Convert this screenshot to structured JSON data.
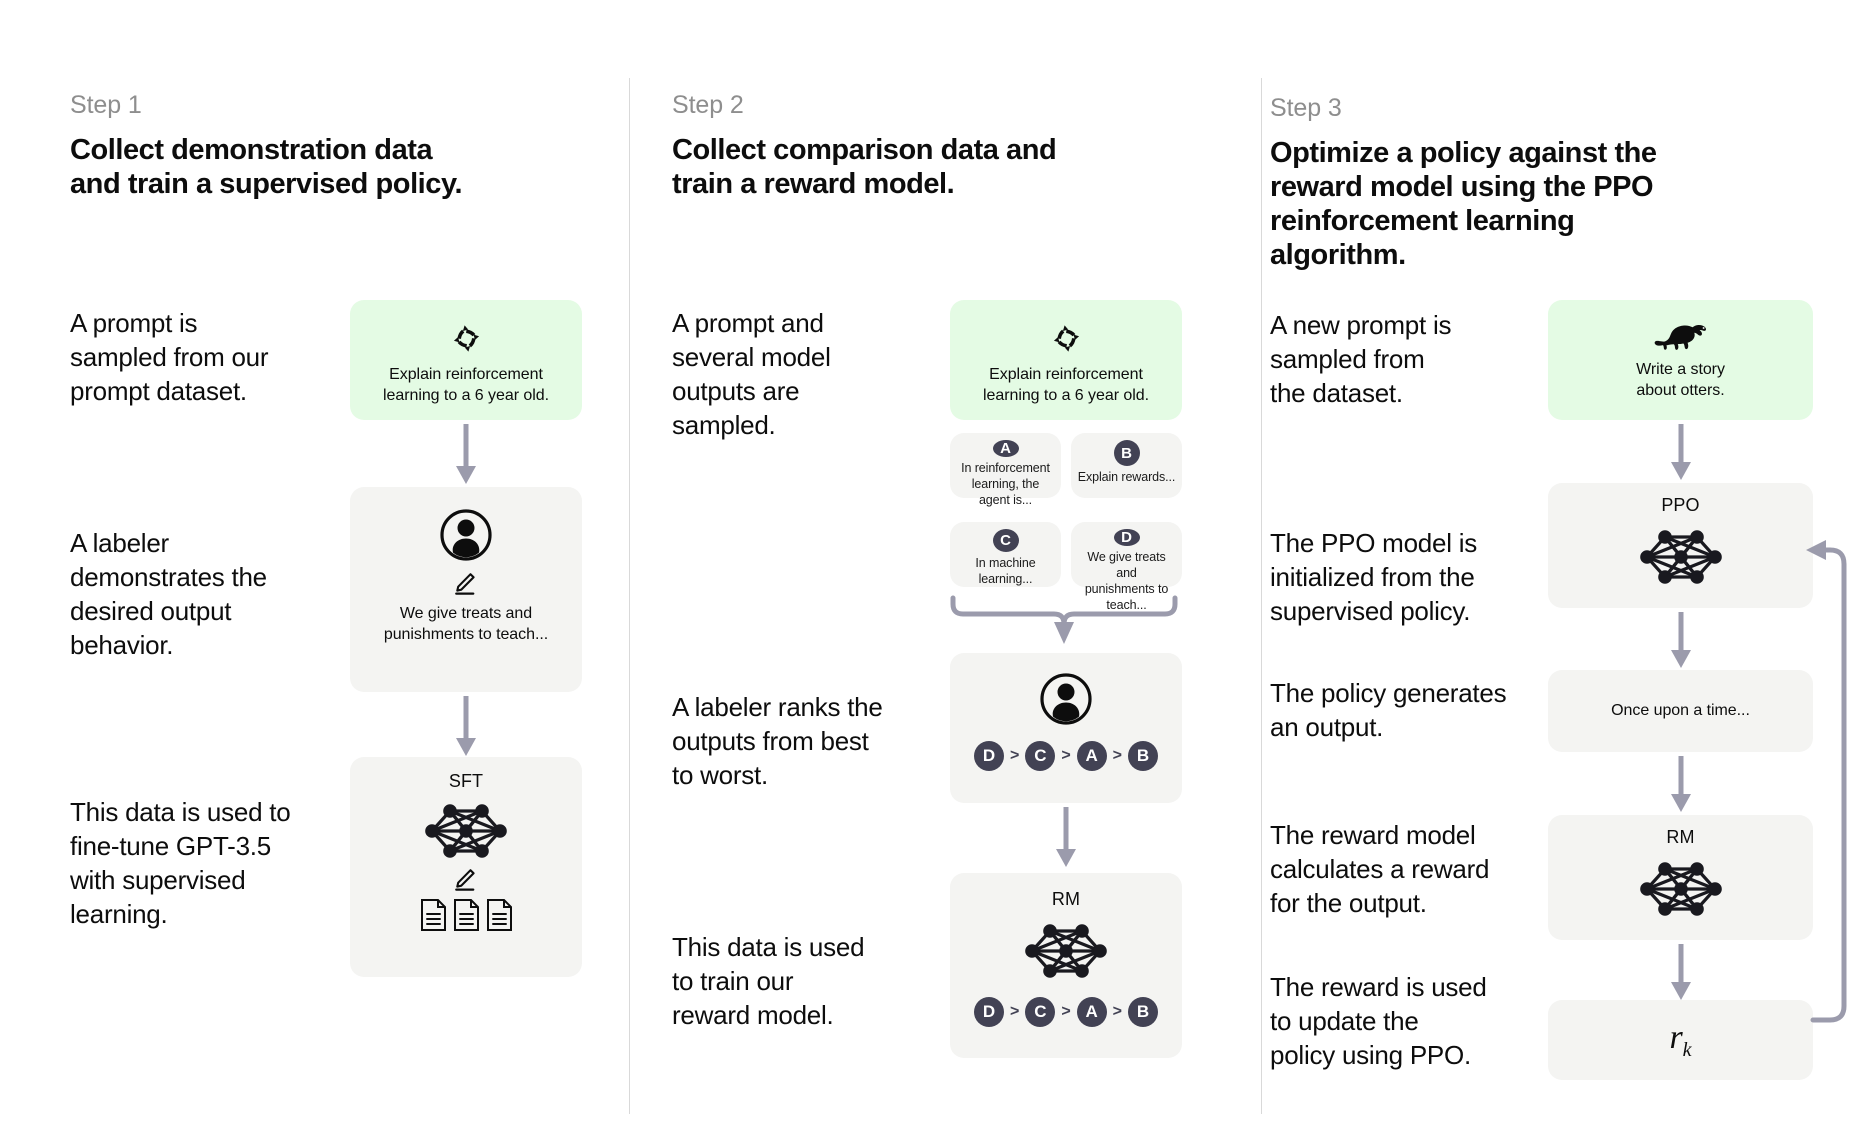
{
  "palette": {
    "background": "#ffffff",
    "card_gray": "#f4f4f2",
    "card_green": "#e4fbe4",
    "arrow_gray": "#9b9bac",
    "badge_dark": "#424254",
    "text_dark": "#0d0d0d",
    "text_muted": "#8e8e8e",
    "divider": "#d9d9d9"
  },
  "steps": [
    {
      "label": "Step 1",
      "title": "Collect demonstration data\nand train a supervised policy.",
      "title_line1": "Collect demonstration data",
      "title_line2": "and train a supervised policy.",
      "descriptions": [
        "A prompt is\nsampled from our\nprompt dataset.",
        "A labeler\ndemonstrates the\ndesired output\nbehavior.",
        "This data is used to\nfine-tune GPT-3.5\nwith supervised\nlearning."
      ],
      "cards": [
        {
          "name": "prompt-card",
          "icon": "cycle-icon",
          "caption": "Explain reinforcement\nlearning to a 6 year old.",
          "style": "green"
        },
        {
          "name": "labeler-card",
          "icon": "person-icon",
          "secondary_icon": "pencil-icon",
          "caption": "We give treats and\npunishments to teach...",
          "style": "gray"
        },
        {
          "name": "sft-card",
          "title": "SFT",
          "icon": "neural-net-icon",
          "secondary_icon": "pencil-icon",
          "tertiary_icon": "documents-icon",
          "style": "gray"
        }
      ]
    },
    {
      "label": "Step 2",
      "title": "Collect comparison data and\ntrain a reward model.",
      "title_line1": "Collect comparison data and",
      "title_line2": "train a reward model.",
      "descriptions": [
        "A prompt and\nseveral model\noutputs are\nsampled.",
        "A labeler ranks the\noutputs from best\nto worst.",
        "This data is used\nto train our\nreward model."
      ],
      "cards": [
        {
          "name": "prompt-card",
          "icon": "cycle-icon",
          "caption": "Explain reinforcement\nlearning to a 6 year old.",
          "style": "green"
        },
        {
          "name": "output-card-a",
          "badge": "A",
          "caption": "In reinforcement\nlearning, the\nagent is...",
          "style": "gray"
        },
        {
          "name": "output-card-b",
          "badge": "B",
          "caption": "Explain rewards...",
          "style": "gray"
        },
        {
          "name": "output-card-c",
          "badge": "C",
          "caption": "In machine\nlearning...",
          "style": "gray"
        },
        {
          "name": "output-card-d",
          "badge": "D",
          "caption": "We give treats and\npunishments to\nteach...",
          "style": "gray"
        },
        {
          "name": "ranking-card",
          "icon": "person-icon",
          "ranking": [
            "D",
            "C",
            "A",
            "B"
          ],
          "style": "gray"
        },
        {
          "name": "rm-card",
          "title": "RM",
          "icon": "neural-net-icon",
          "ranking": [
            "D",
            "C",
            "A",
            "B"
          ],
          "style": "gray"
        }
      ],
      "rank_separator": ">"
    },
    {
      "label": "Step 3",
      "title": "Optimize a policy against the\nreward model using the PPO\nreinforcement learning algorithm.",
      "title_line1": "Optimize a policy against the",
      "title_line2": "reward model using the PPO",
      "title_line3": "reinforcement learning algorithm.",
      "descriptions": [
        "A new prompt is\nsampled from\nthe dataset.",
        "The PPO model is\ninitialized from the\nsupervised policy.",
        "The policy generates\nan output.",
        "The reward model\ncalculates a reward\nfor the output.",
        "The reward is used\nto update the\npolicy using PPO."
      ],
      "cards": [
        {
          "name": "prompt-card",
          "icon": "otter-icon",
          "caption": "Write a story\nabout otters.",
          "style": "green"
        },
        {
          "name": "ppo-card",
          "title": "PPO",
          "icon": "neural-net-icon",
          "style": "gray"
        },
        {
          "name": "output-card",
          "caption": "Once upon a time...",
          "style": "gray"
        },
        {
          "name": "rm-card",
          "title": "RM",
          "icon": "neural-net-icon",
          "style": "gray"
        },
        {
          "name": "reward-card",
          "formula_base": "r",
          "formula_sub": "k",
          "style": "gray"
        }
      ]
    }
  ]
}
